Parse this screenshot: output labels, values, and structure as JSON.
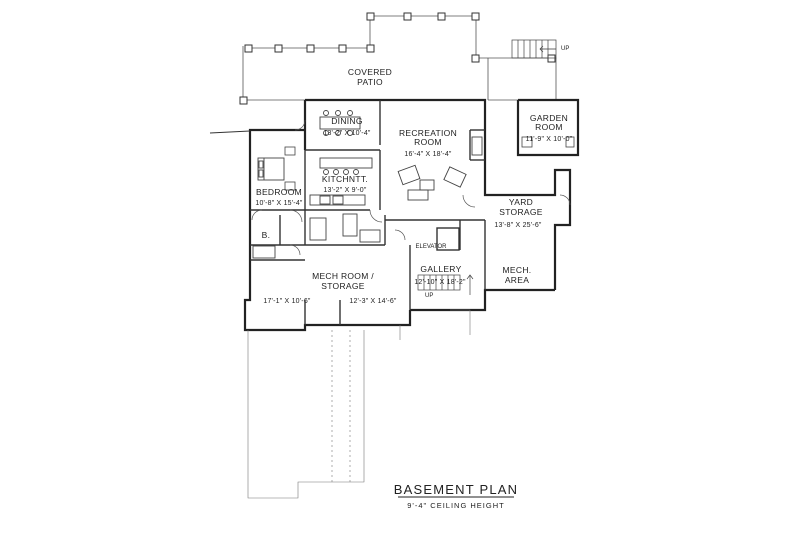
{
  "plan": {
    "title": "BASEMENT PLAN",
    "subtitle": "9'-4\" CEILING HEIGHT"
  },
  "rooms": {
    "covered_patio": {
      "line1": "COVERED",
      "line2": "PATIO"
    },
    "dining": {
      "name": "DINING",
      "dims": "13'-2\" X 10'-4\""
    },
    "recreation": {
      "line1": "RECREATION",
      "line2": "ROOM",
      "dims": "16'-4\" X 18'-4\""
    },
    "garden": {
      "line1": "GARDEN",
      "line2": "ROOM",
      "dims": "11'-9\" X 10'-0\""
    },
    "bedroom": {
      "name": "BEDROOM",
      "dims": "10'-8\" X 15'-4\""
    },
    "kitchenette": {
      "name": "KITCHNTT.",
      "dims": "13'-2\" X 9'-0\""
    },
    "yard_storage": {
      "line1": "YARD",
      "line2": "STORAGE",
      "dims": "13'-8\" X 25'-6\""
    },
    "bath": {
      "name": "B."
    },
    "elevator": {
      "name": "ELEVATOR"
    },
    "gallery": {
      "name": "GALLERY",
      "dims": "12'-10\" X 18'-2\""
    },
    "mech_area": {
      "line1": "MECH.",
      "line2": "AREA"
    },
    "mech_room": {
      "line1": "MECH ROOM /",
      "line2": "STORAGE",
      "dims_left": "17'-1\" X 10'-6\"",
      "dims_right": "12'-3\" X 14'-6\""
    }
  },
  "stairs": {
    "up_top": "UP",
    "up_gallery": "UP"
  }
}
